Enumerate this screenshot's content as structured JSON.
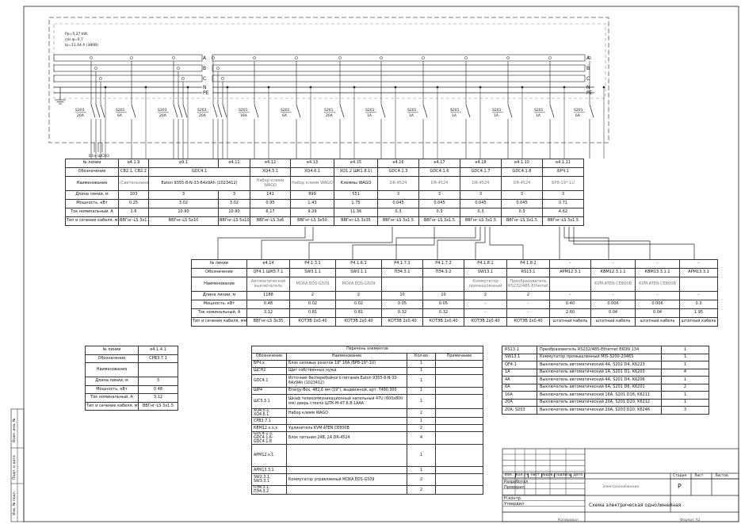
{
  "params": {
    "p": "Pp=5,27 kW,",
    "cos": "cos φ=0,7",
    "ip": "Ip=11,44 A (380B)"
  },
  "bus_labels": [
    "A",
    "B",
    "C",
    "N",
    "PE"
  ],
  "bus_labels2": [
    "A",
    "B",
    "C",
    "N",
    "PE"
  ],
  "breakers": [
    {
      "name": "S203",
      "rating": "20A",
      "poles": 3
    },
    {
      "name": "S201",
      "rating": "6A",
      "poles": 1
    },
    {
      "name": "S203",
      "rating": "20A",
      "poles": 3
    },
    {
      "name": "S203",
      "rating": "20A",
      "poles": 3
    },
    {
      "name": "S201",
      "rating": "16A",
      "poles": 1
    },
    {
      "name": "S201",
      "rating": "6A",
      "poles": 1
    },
    {
      "name": "S201",
      "rating": "20A",
      "poles": 1
    },
    {
      "name": "S201",
      "rating": "1A",
      "poles": 1
    },
    {
      "name": "S201",
      "rating": "1A",
      "poles": 1
    },
    {
      "name": "S201",
      "rating": "1A",
      "poles": 1
    },
    {
      "name": "S201",
      "rating": "1A",
      "poles": 1
    },
    {
      "name": "S201",
      "rating": "1A",
      "poles": 1
    },
    {
      "name": "S201",
      "rating": "6A",
      "poles": 1
    }
  ],
  "input_label": "ЕЗ к ШСНЭ",
  "table1": {
    "row_labels": [
      "№ линии",
      "Обозначение",
      "Наименование",
      "Длина линии, м",
      "Мощность, кВт",
      "Ток номинальный, А",
      "Тип и сечение кабеля, мм2"
    ],
    "cols": [
      [
        "е4.1.9",
        "СВ2.1, СВ2.2",
        "(Светильники)",
        "103",
        "0.25",
        "1.6",
        "ВВГнг-LS 3х1.5"
      ],
      [
        "е9.1",
        "",
        "Eaton 9355-8-N-33-64х9Ah (1023412)",
        "3",
        "3.02",
        "10.90",
        "ВВГнг-LS 5х10"
      ],
      [
        "е4.11",
        "",
        "",
        "3",
        "3.02",
        "10.90",
        "ВВГнг-LS 5х10"
      ],
      [
        "е4.12",
        "ХQ4.5.1",
        "Набор клемм WAGO",
        "141",
        "0.95",
        "6.17",
        "ВВГнг-LS 3х6"
      ],
      [
        "е4.13",
        "ХQ4.6.1",
        "Набор клемм WAGO",
        "899",
        "1.43",
        "9.29",
        "ВВГнг-LS 3х50"
      ],
      [
        "е4.15",
        "ХQ1.2 ШК1.8.1)",
        "Клеммы WAGO",
        "551",
        "1.75",
        "11.36",
        "ВВГнг-LS 3х35"
      ],
      [
        "е4.16",
        "GDC4.1.3",
        "DR-4524",
        "3",
        "0.045",
        "0.3",
        "ВВГнг-LS 3х1.5"
      ],
      [
        "е4.17",
        "GDC4.1.6",
        "DR-4524",
        "3",
        "0.045",
        "0.3",
        "ВВГнг-LS 3х1.5"
      ],
      [
        "е4.18",
        "GDC4.1.7",
        "DR-4524",
        "3",
        "0.045",
        "0.3",
        "ВВГнг-LS 3х1.5"
      ],
      [
        "е4.1.10",
        "GDC4.1.8",
        "DR-4524",
        "3",
        "0.045",
        "0.3",
        "ВВГнг-LS 3х1.5"
      ],
      [
        "е4.1.11",
        "БРЧ.1",
        "БР8-19\"-1U",
        "3",
        "0.71",
        "4.62",
        "ВВГнг-LS 3х1.5"
      ]
    ],
    "gdc_merged": "GDC4.1"
  },
  "table2": {
    "row_labels": [
      "№ линии",
      "Обозначение",
      "Наименование",
      "Длина линии, м",
      "Мощность, кВт",
      "Ток номинальный, А",
      "Тип и сечение кабеля, мм2"
    ],
    "cols": [
      [
        "е4.14",
        "QF4.1 ШК5.7.1",
        "Автоматический выключатель",
        "1188",
        "0.48",
        "3.12",
        "ВВГнг-LS 3х35"
      ],
      [
        "Р4.1.3.1",
        "SW3.1.1",
        "MOXA EDS-G509",
        "2",
        "0.02",
        "0.81",
        "КОТЭВ 2х0.40"
      ],
      [
        "Р4.1.6.1",
        "SW3.1.1",
        "MOXA EDS-G509",
        "2",
        "0.02",
        "0.81",
        "КОТЭВ 2х0.40"
      ],
      [
        "Р4.1.7.1",
        "ПЭ4.3.1",
        "",
        "10",
        "0.05",
        "0.32",
        "КОТЭВ 2х0.40"
      ],
      [
        "Р4.1.7.2",
        "ПЭ4.3.2",
        "",
        "10",
        "0.05",
        "0.32",
        "КОТЭВ 2х0.40"
      ],
      [
        "Р4.1.8.1",
        "SW13.1",
        "Коммутатор промышленный",
        "2",
        "-",
        "-",
        "КОТЭВ 2х0.40"
      ],
      [
        "Р4.1.8.2",
        "RS13.1",
        "Преобразователь RS232/485-Ethernet",
        "2",
        "-",
        "-",
        "КОТЭВ 2х0.40"
      ],
      [
        "-",
        "АРМ12.3.1",
        "",
        "-",
        "0.40",
        "2.60",
        "штатный кабель"
      ],
      [
        "-",
        "КВМ12.3.1.1",
        "KVM ATEN CE800B",
        "-",
        "0.006",
        "0.04",
        "штатный кабель"
      ],
      [
        "-",
        "КВМ13.3.1.1",
        "KVM ATEN CE800B",
        "-",
        "0.006",
        "0.04",
        "штатный кабель"
      ],
      [
        "-",
        "АРМ13.3.1",
        "",
        "-",
        "0.3",
        "1.95",
        "штатный кабель"
      ]
    ]
  },
  "table3": {
    "row_labels": [
      "№ линии",
      "Обозначение",
      "Наименование",
      "Длина линии, м",
      "Мощность, кВт",
      "Ток номинальный, А",
      "Тип и сечение кабеля, мм2"
    ],
    "col": [
      "е4.1.4.1",
      "СРВ3.7.1",
      "",
      "3",
      "0.48",
      "3.12",
      "ВВГнг-LS 3х1.5"
    ]
  },
  "perechen": {
    "title": "Перечень элементов",
    "headers": [
      "Обозначение",
      "Наименование",
      "Кол-во",
      "Примечание"
    ],
    "rows": [
      [
        "БРЧ.х",
        "Блок силовых розеток 19\" 16А (БР8-19\"-1U)",
        "1",
        ""
      ],
      [
        "ЩСН2",
        "Щит собственных нужд",
        "1",
        ""
      ],
      [
        "GDC4.1",
        "Источник бесперебойного питания Eaton 9355-8-N-33-64х9Ah (1023412)",
        "1",
        ""
      ],
      [
        "ШР4",
        "Energy-Box, 482,6 мм (19\"), выдвижной, арт. 7480.300",
        "1",
        ""
      ],
      [
        "ШС5.3.1",
        "Шкаф телекоммуникационный напольный 47U (600х800 мм) дверь стекло ШТК-М-47.6.8-1ААА",
        "1",
        ""
      ],
      [
        "ХQ4.5.1, ХQ4.6.1",
        "Набор клемм WAGO",
        "2",
        ""
      ],
      [
        "СРВ3.7.1",
        "",
        "1",
        ""
      ],
      [
        "КВМ12.х.х.х",
        "Удлинитель KVM ATEN CE800B",
        "2",
        ""
      ],
      [
        "GDC4.1.3, GDC4.1.6-GDC4.1.8",
        "Блок питания 24В, 2А DR-4524",
        "4",
        ""
      ],
      [
        "АРМ12.х.1",
        "",
        "1",
        ""
      ],
      [
        "АРМ13.3.1",
        "",
        "1",
        ""
      ],
      [
        "SW2.3.1, SW3.3.1",
        "Коммутатор управляемый MOXA EDS-G509",
        "2",
        ""
      ],
      [
        "ПЭ4.3.1, ПЭ4.3.2",
        "",
        "2",
        ""
      ]
    ]
  },
  "spec": {
    "rows": [
      [
        "RS13.1",
        "Преобразователь RS232/485-Ethernet EKON 134",
        "1"
      ],
      [
        "SW13.1",
        "Коммутатор промышленный MIS-3200-2046S",
        "1"
      ],
      [
        "QF4.1",
        "Выключатель автоматический 4А, S202 D4, K6223",
        "1"
      ],
      [
        "1А",
        "Выключатель автоматический 1А, S201 D1, K6203",
        "4"
      ],
      [
        "4А",
        "Выключатель автоматический 4А, S201 D4, K6206",
        "1"
      ],
      [
        "6А",
        "Выключатель автоматический 6А, S201 D6, K6201",
        "2"
      ],
      [
        "16А",
        "Выключатель автоматический 16А, S201 D16, K6211",
        "1"
      ],
      [
        "20А",
        "Выключатель автоматический 20А, S201 D20, K6212",
        "1"
      ],
      [
        "20А, S203",
        "Выключатель автоматический 20А, S203 D20, K6246",
        "3"
      ]
    ]
  },
  "stamp": {
    "headers": [
      "Изм.",
      "Кол.уч",
      "Лист",
      "№док.",
      "Подпись",
      "Дата"
    ],
    "roles": [
      "Разработал",
      "Проверил",
      "",
      "Н.контр.",
      "Утвердил"
    ],
    "sheet_type": "Электроснабжение",
    "title": "Схема электрическая однолинейная",
    "stage_h": "Стадия",
    "sheet_h": "Лист",
    "sheets_h": "Листов",
    "stage": "Р",
    "copied": "Копировал",
    "format": "Формат А2"
  },
  "side_labels": [
    "Инв. № подл.",
    "Подп. и дата",
    "Взам. инв. №"
  ]
}
